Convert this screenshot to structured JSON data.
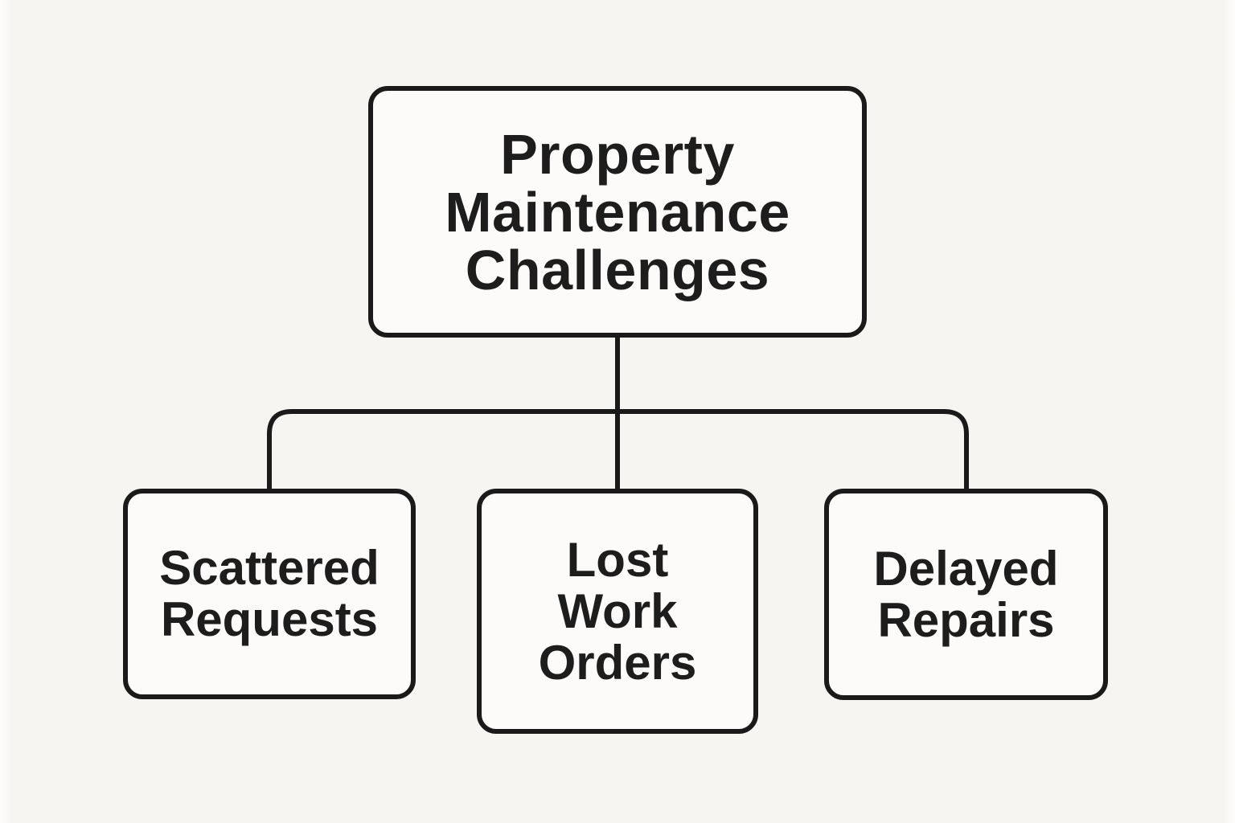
{
  "page": {
    "background_color": "#f6f5f2"
  },
  "diagram": {
    "type": "org-chart",
    "stroke_color": "#1a1a1a",
    "text_color": "#1d1d1d",
    "box_fill_color": "#fcfbf9",
    "root": {
      "label": "Property\nMaintenance\nChallenges"
    },
    "children": [
      {
        "label": "Scattered\nRequests"
      },
      {
        "label": "Lost\nWork\nOrders"
      },
      {
        "label": "Delayed\nRepairs"
      }
    ]
  }
}
